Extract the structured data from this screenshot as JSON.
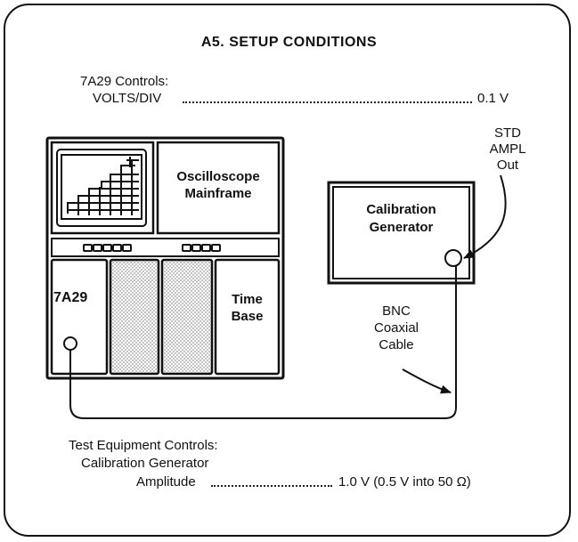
{
  "title": "A5. SETUP CONDITIONS",
  "controls_7a29": {
    "heading": "7A29 Controls:",
    "item_label": "VOLTS/DIV",
    "item_value": "0.1 V"
  },
  "mainframe": {
    "label_line1": "Oscilloscope",
    "label_line2": "Mainframe",
    "left_plugin": "7A29",
    "right_plugin_line1": "Time",
    "right_plugin_line2": "Base"
  },
  "calibration_generator": {
    "label_line1": "Calibration",
    "label_line2": "Generator",
    "output_line1": "STD",
    "output_line2": "AMPL",
    "output_line3": "Out"
  },
  "cable": {
    "line1": "BNC",
    "line2": "Coaxial",
    "line3": "Cable"
  },
  "test_equipment": {
    "heading": "Test Equipment Controls:",
    "device": "Calibration Generator",
    "item_label": "Amplitude",
    "item_value": "1.0 V (0.5 V into 50 Ω)"
  }
}
